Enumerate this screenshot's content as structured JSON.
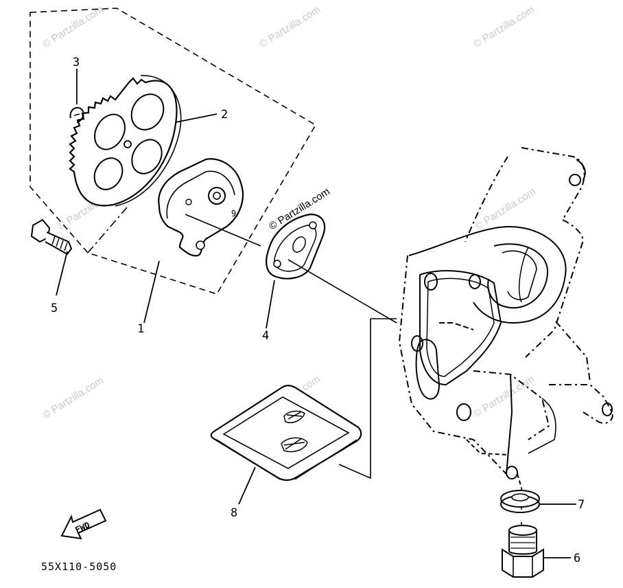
{
  "diagram": {
    "watermark": "© Partzilla.com",
    "part_code": "55X110-5050",
    "direction_label": "FWD",
    "callouts": [
      {
        "id": "1",
        "label": "1"
      },
      {
        "id": "2",
        "label": "2"
      },
      {
        "id": "3",
        "label": "3"
      },
      {
        "id": "4",
        "label": "4"
      },
      {
        "id": "5",
        "label": "5"
      },
      {
        "id": "6",
        "label": "6"
      },
      {
        "id": "7",
        "label": "7"
      },
      {
        "id": "8",
        "label": "8"
      }
    ]
  }
}
